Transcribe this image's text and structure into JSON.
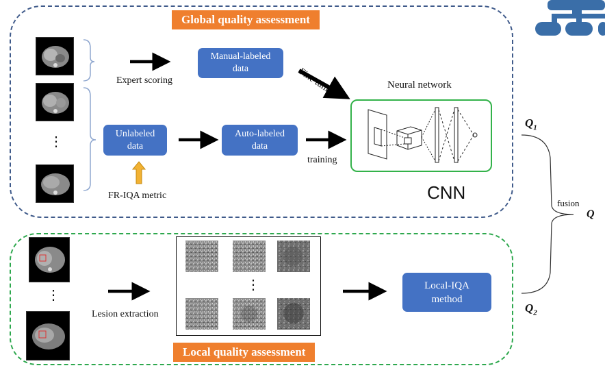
{
  "global": {
    "title": "Global quality assessment"
  },
  "local": {
    "title": "Local quality assessment"
  },
  "boxes": {
    "manual": [
      "Manual-labeled",
      "data"
    ],
    "unlabeled": [
      "Unlabeled",
      "data"
    ],
    "auto": [
      "Auto-labeled",
      "data"
    ],
    "local_iqa": [
      "Local-IQA",
      "method"
    ]
  },
  "labels": {
    "expert_scoring": "Expert scoring",
    "fine_tuning": "Fine tuning",
    "neural_network": "Neural network",
    "training": "training",
    "fr_iqa": "FR-IQA metric",
    "cnn": "CNN",
    "lesion_extraction": "Lesion extraction",
    "fusion": "fusion",
    "q1": "Q",
    "q1_sub": "1",
    "q2": "Q",
    "q2_sub": "2",
    "q": "Q",
    "ellipsis": "⋮"
  },
  "colors": {
    "global_border": "#3f5a8a",
    "local_border": "#2ea84e",
    "box_blue": "#4472c4",
    "title_orange": "#ef7f2e",
    "nn_border": "#33b24a",
    "logo_blue": "#3a6ea8",
    "up_arrow": "#f2b233"
  },
  "icons": {
    "logo": "network-logo-icon"
  }
}
